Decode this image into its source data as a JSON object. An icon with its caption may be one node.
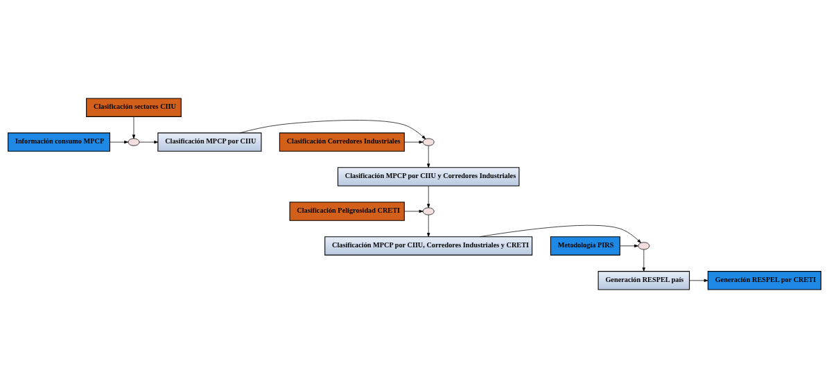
{
  "diagram": {
    "nodes": [
      {
        "text": [
          "Información consumo MPCP"
        ]
      },
      {
        "text": [
          "Clasificación sectores CIIU"
        ]
      },
      {
        "text": [],
        "shape": "ellipse"
      },
      {
        "text": [
          "Clasificación MPCP por CIIU"
        ]
      },
      {
        "text": [],
        "shape": "ellipse"
      },
      {
        "text": [
          "Clasificación Corredores Industriales"
        ]
      },
      {
        "text": [
          "Clasificación MPCP por CIIU y Corredores Industriales"
        ]
      },
      {
        "text": [],
        "shape": "ellipse"
      },
      {
        "text": [
          "Clasificación Peligrosidad CRETI"
        ]
      },
      {
        "text": [
          "Metodología PIRS"
        ]
      },
      {
        "text": [],
        "shape": "ellipse"
      },
      {
        "text": [
          "Clasificación MPCP por CIIU, Corredores Industriales y CRETI"
        ]
      },
      {
        "text": [
          "Generación RESPEL país"
        ]
      },
      {
        "text": [
          "Generación RESPEL por CRETI"
        ]
      }
    ],
    "edges": [
      {
        "from": 0,
        "to": 2,
        "arrow": "to"
      },
      {
        "from": 1,
        "to": 2,
        "arrow": "to"
      },
      {
        "from": 2,
        "to": 3,
        "arrow": "to"
      },
      {
        "from": 3,
        "to": 4,
        "arrow": "to"
      },
      {
        "from": 5,
        "to": 4,
        "arrow": "to"
      },
      {
        "from": 4,
        "to": 6,
        "arrow": "to"
      },
      {
        "from": 6,
        "to": 7,
        "arrow": "to"
      },
      {
        "from": 8,
        "to": 7,
        "arrow": "to"
      },
      {
        "from": 7,
        "to": 11,
        "arrow": "to"
      },
      {
        "from": 9,
        "to": 10,
        "arrow": "to"
      },
      {
        "from": 11,
        "to": 10,
        "arrow": "to"
      },
      {
        "from": 10,
        "to": 12,
        "arrow": "to"
      },
      {
        "from": 12,
        "to": 13,
        "arrow": "to"
      }
    ]
  }
}
